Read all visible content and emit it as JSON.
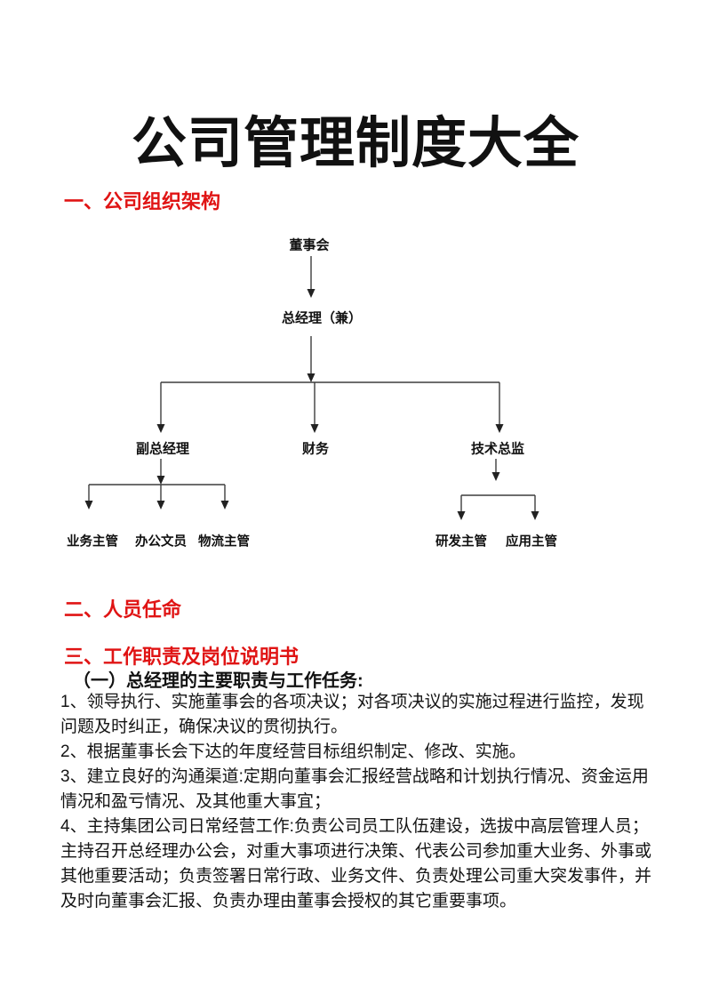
{
  "page": {
    "title": "公司管理制度大全"
  },
  "sections": {
    "org": {
      "heading": "一、公司组织架构"
    },
    "staff": {
      "heading": "二、人员任命"
    },
    "duty": {
      "heading": "三、工作职责及岗位说明书",
      "subheading": "（一）总经理的主要职责与工作任务:",
      "items": [
        "1、领导执行、实施董事会的各项决议；对各项决议的实施过程进行监控，发现问题及时纠正，确保决议的贯彻执行。",
        "2、根据董事长会下达的年度经营目标组织制定、修改、实施。",
        "3、建立良好的沟通渠道:定期向董事会汇报经营战略和计划执行情况、资金运用情况和盈亏情况、及其他重大事宜；",
        "4、主持集团公司日常经营工作:负责公司员工队伍建设，选拔中高层管理人员；主持召开总经理办公会，对重大事项进行决策、代表公司参加重大业务、外事或其他重要活动；负责签署日常行政、业务文件、负责处理公司重大突发事件，并及时向董事会汇报、负责办理由董事会授权的其它重要事项。"
      ]
    }
  },
  "org_chart": {
    "nodes": {
      "board": "董事会",
      "general_manager": "总经理（兼）",
      "deputy_gm": "副总经理",
      "finance": "财务",
      "tech_director": "技术总监",
      "business_supervisor": "业务主管",
      "office_clerk": "办公文员",
      "logistics_supervisor": "物流主管",
      "rd_supervisor": "研发主管",
      "app_supervisor": "应用主管"
    }
  },
  "colors": {
    "heading_red": "#e01414",
    "text_black": "#141414",
    "connector_line": "#3d3d3d"
  }
}
